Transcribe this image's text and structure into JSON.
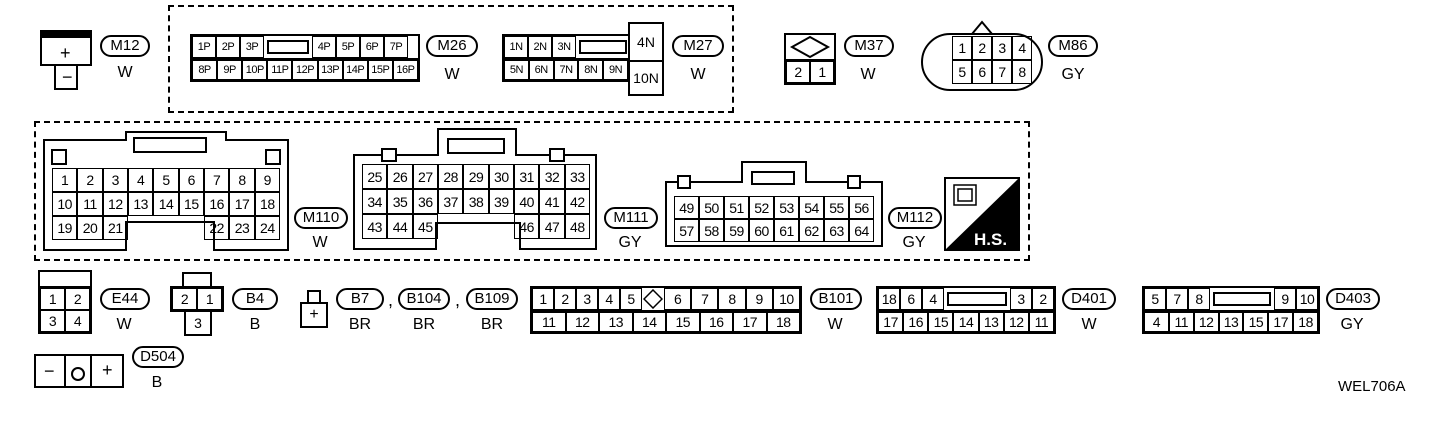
{
  "connectors": {
    "m12": {
      "id": "M12",
      "color": "W",
      "plus": "+",
      "minus": "−"
    },
    "m26": {
      "id": "M26",
      "color": "W",
      "row1": [
        "1P",
        "2P",
        "3P",
        "",
        "4P",
        "5P",
        "6P",
        "7P"
      ],
      "row2": [
        "8P",
        "9P",
        "10P",
        "11P",
        "12P",
        "13P",
        "14P",
        "15P",
        "16P"
      ]
    },
    "m27": {
      "id": "M27",
      "color": "W",
      "row1": [
        "1N",
        "2N",
        "3N",
        ""
      ],
      "row2": [
        "5N",
        "6N",
        "7N",
        "8N",
        "9N"
      ],
      "top": "4N",
      "bottom": "10N"
    },
    "m37": {
      "id": "M37",
      "color": "W",
      "pins": [
        "2",
        "1"
      ]
    },
    "m86": {
      "id": "M86",
      "color": "GY",
      "row1": [
        "1",
        "2",
        "3",
        "4"
      ],
      "row2": [
        "5",
        "6",
        "7",
        "8"
      ]
    },
    "m110": {
      "id": "M110",
      "color": "W",
      "row1": [
        "1",
        "2",
        "3",
        "4",
        "5",
        "6",
        "7",
        "8",
        "9"
      ],
      "row2": [
        "10",
        "11",
        "12",
        "13",
        "14",
        "15",
        "16",
        "17",
        "18"
      ],
      "row3": [
        "19",
        "20",
        "21",
        "",
        "",
        "",
        "22",
        "23",
        "24"
      ]
    },
    "m111": {
      "id": "M111",
      "color": "GY",
      "row1": [
        "25",
        "26",
        "27",
        "28",
        "29",
        "30",
        "31",
        "32",
        "33"
      ],
      "row2": [
        "34",
        "35",
        "36",
        "37",
        "38",
        "39",
        "40",
        "41",
        "42"
      ],
      "row3": [
        "43",
        "44",
        "45",
        "",
        "",
        "",
        "46",
        "47",
        "48"
      ]
    },
    "m112": {
      "id": "M112",
      "color": "GY",
      "row1": [
        "49",
        "50",
        "51",
        "52",
        "53",
        "54",
        "55",
        "56"
      ],
      "row2": [
        "57",
        "58",
        "59",
        "60",
        "61",
        "62",
        "63",
        "64"
      ]
    },
    "hs": {
      "label": "H.S."
    },
    "e44": {
      "id": "E44",
      "color": "W",
      "row1": [
        "1",
        "2"
      ],
      "row2": [
        "3",
        "4"
      ]
    },
    "b4": {
      "id": "B4",
      "color": "B",
      "row1": [
        "2",
        "1"
      ],
      "bottom": "3"
    },
    "b7": {
      "id": "B7",
      "color": "BR",
      "plus": "+"
    },
    "b104": {
      "id": "B104",
      "color": "BR"
    },
    "b109": {
      "id": "B109",
      "color": "BR"
    },
    "b101": {
      "id": "B101",
      "color": "W",
      "row1": [
        "1",
        "2",
        "3",
        "4",
        "5",
        "",
        "6",
        "7",
        "8",
        "9",
        "10"
      ],
      "row2": [
        "11",
        "12",
        "13",
        "14",
        "15",
        "16",
        "17",
        "18"
      ]
    },
    "d401": {
      "id": "D401",
      "color": "W",
      "row1": [
        "18",
        "6",
        "4",
        "",
        "3",
        "2"
      ],
      "row2": [
        "17",
        "16",
        "15",
        "14",
        "13",
        "12",
        "11"
      ]
    },
    "d403": {
      "id": "D403",
      "color": "GY",
      "row1": [
        "5",
        "7",
        "8",
        "",
        "9",
        "10"
      ],
      "row2": [
        "4",
        "11",
        "12",
        "13",
        "15",
        "17",
        "18"
      ]
    },
    "d504": {
      "id": "D504",
      "color": "B",
      "minus": "−",
      "plus": "+"
    }
  },
  "separators": {
    "comma1": ",",
    "comma2": ","
  },
  "figure_code": "WEL706A"
}
